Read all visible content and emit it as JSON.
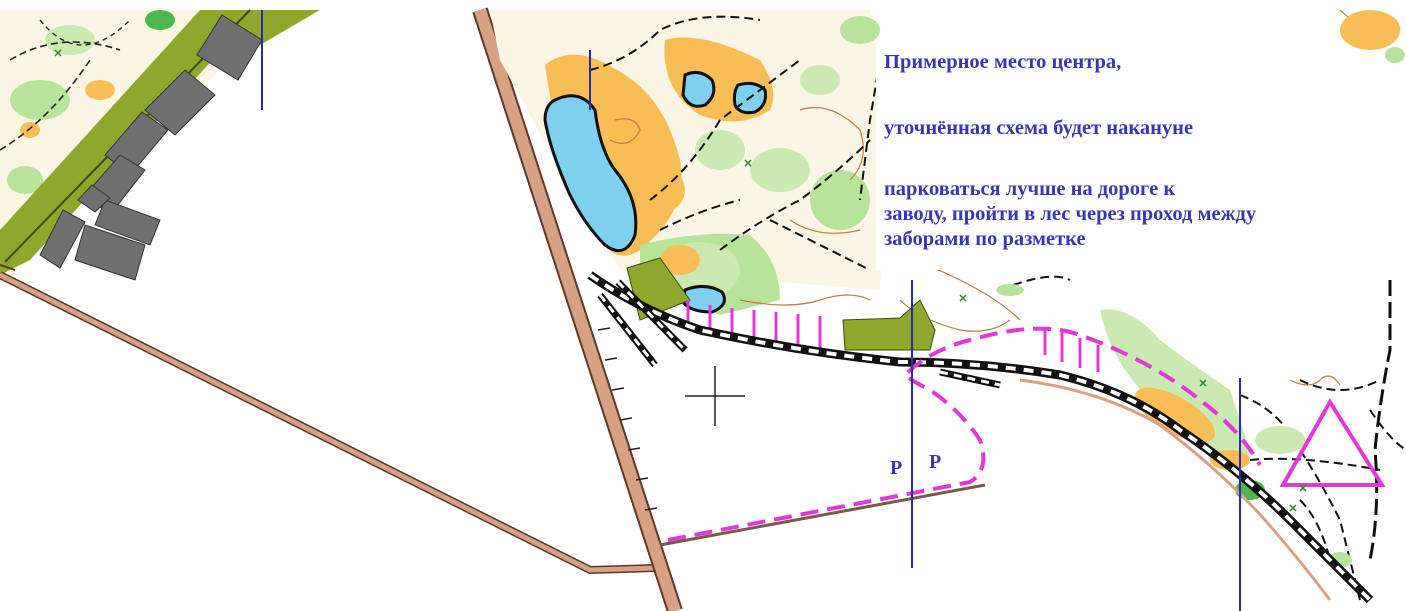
{
  "annotations": {
    "line1": "Примерное место центра,",
    "line2": "уточнённая схема будет накануне",
    "line3": [
      "парковаться лучше на дороге к",
      "заводу, пройти в лес через проход между",
      "заборами по разметке"
    ]
  },
  "parking_labels": [
    "P",
    "P"
  ],
  "colors": {
    "text_blue": "#3636b8",
    "water": "#7fd0ee",
    "open_land": "#f9bd56",
    "green_vegetation": "#b7e39a",
    "olive_private": "#8fa82c",
    "road_brown": "#d9a184",
    "magenta_course": "#e437d8",
    "building_gray": "#707070",
    "north_line": "#2a2ab0"
  },
  "icons": [
    "start-triangle-icon",
    "crosshair-icon",
    "railway-track-icon"
  ]
}
